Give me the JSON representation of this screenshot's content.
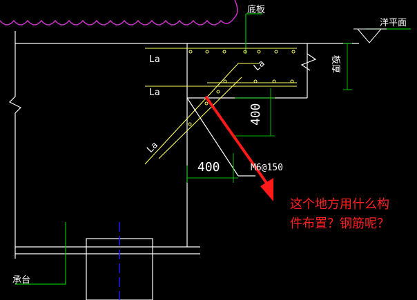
{
  "labels": {
    "bottom_slab": "底板",
    "ground_level": "洋平面",
    "slab_thickness": "板厚",
    "anchor_1": "La",
    "anchor_2": "La",
    "anchor_3": "La",
    "anchor_4": "La",
    "dim_vertical": "400",
    "dim_horizontal": "400",
    "stirrup": "M6@150",
    "pile_cap": "承台"
  },
  "annotation": {
    "line1": "这个地方用什么构",
    "line2": "件布置？钢筋呢？"
  },
  "colors": {
    "background": "#000000",
    "outline": "#ffffff",
    "rebar": "#ffff66",
    "leader": "#00c000",
    "cloud": "#cc33cc",
    "arrow": "#ff1a1a",
    "axis": "#1a1aff"
  }
}
